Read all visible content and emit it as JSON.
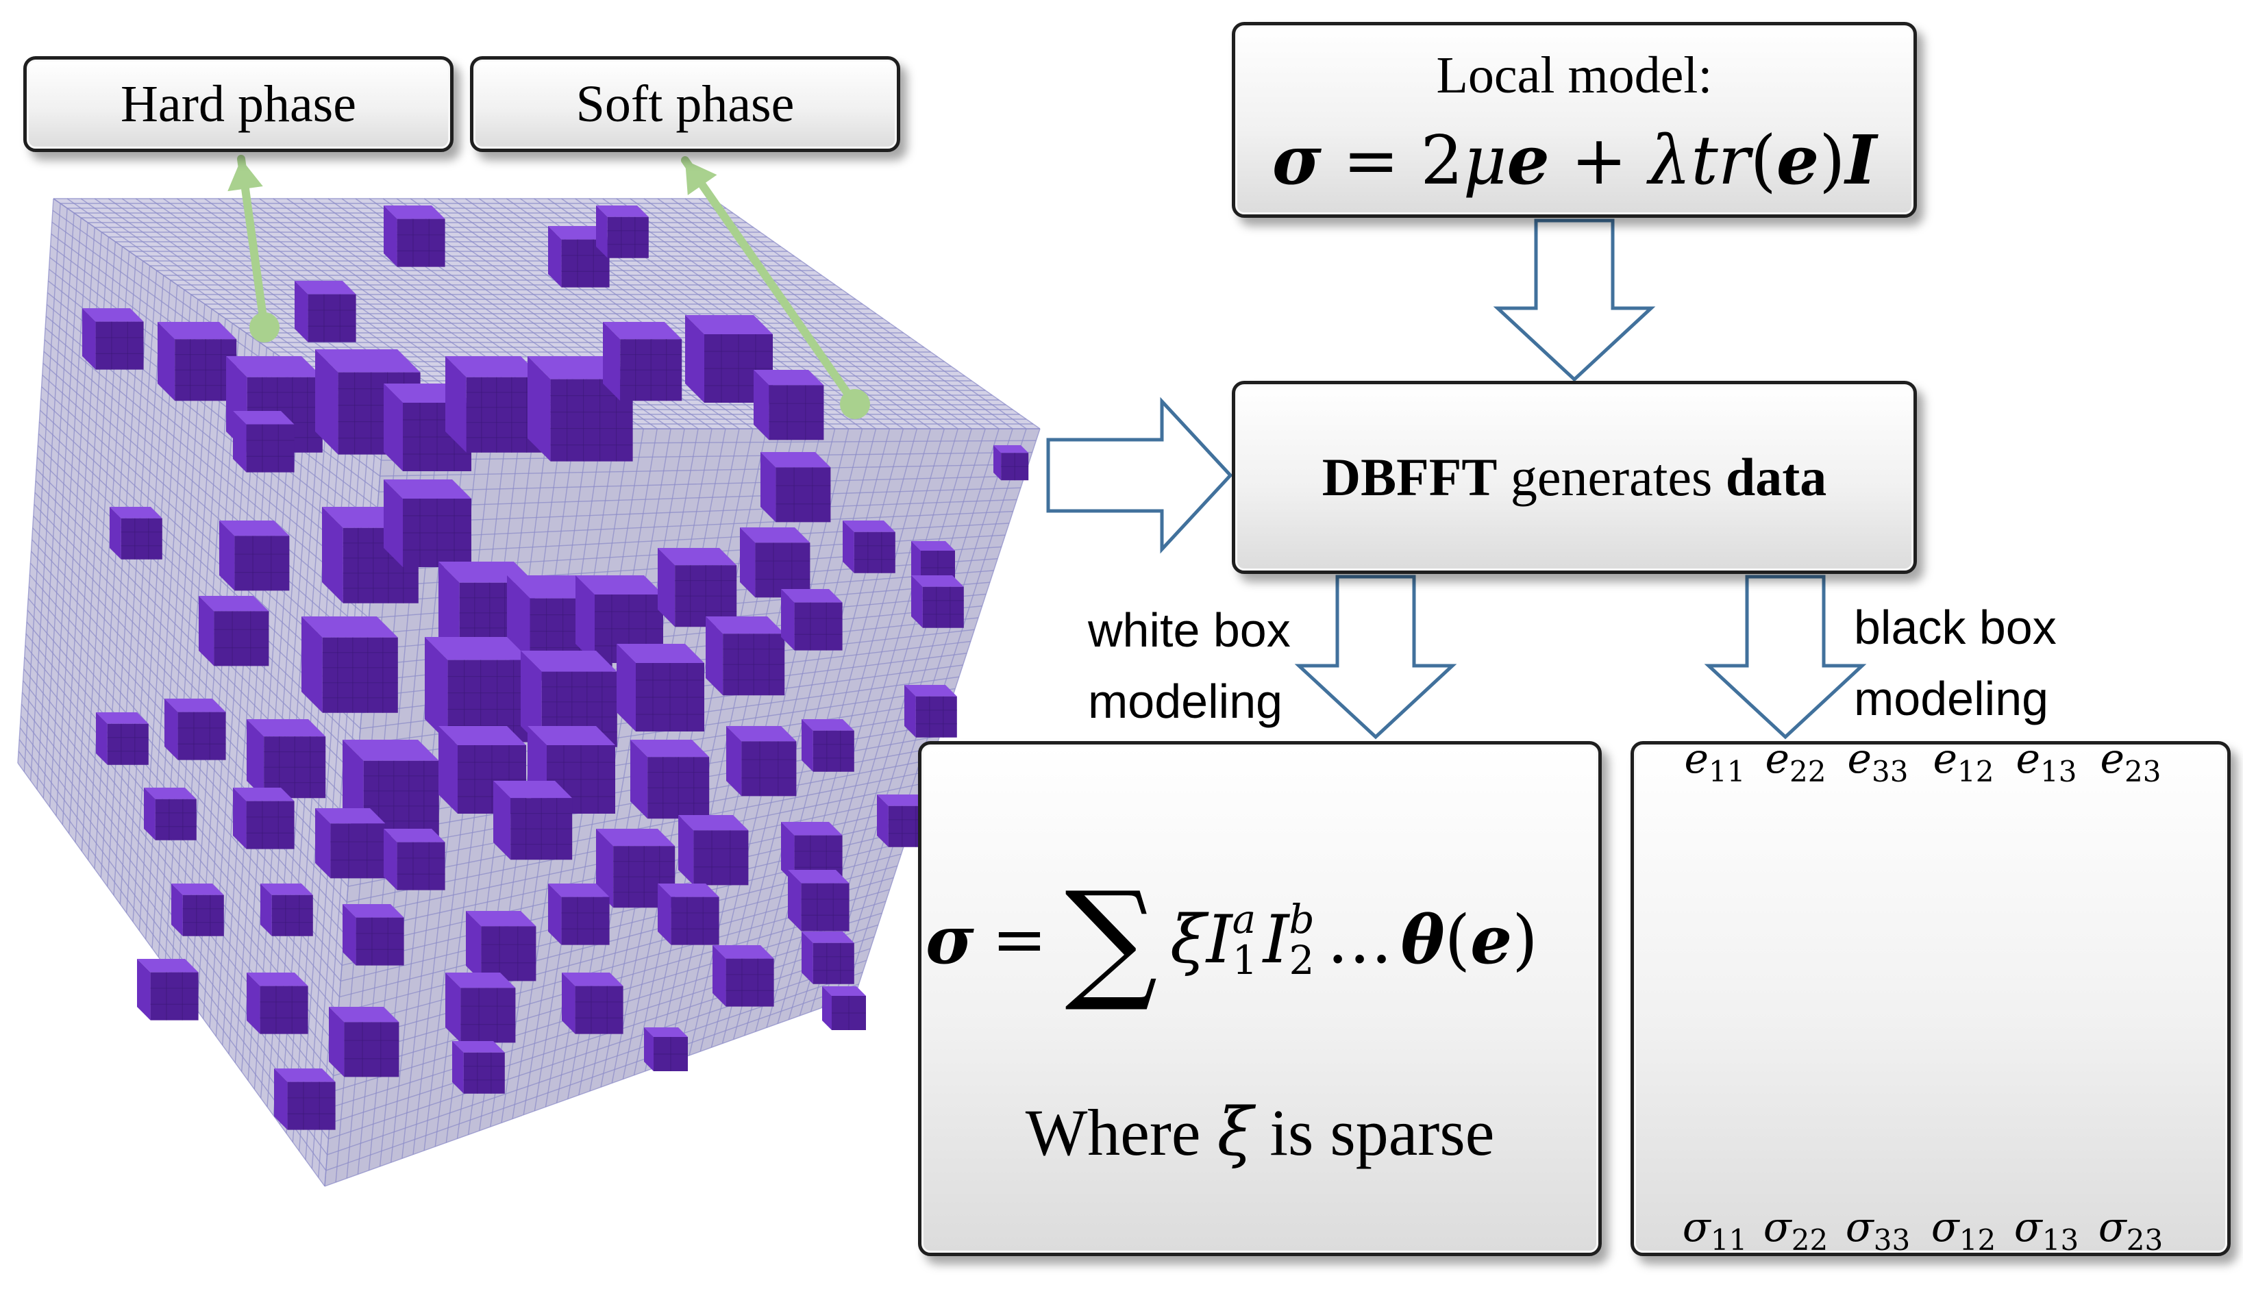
{
  "labels": {
    "hard_phase": "Hard phase",
    "soft_phase": "Soft phase",
    "local_model_title": "Local model:",
    "local_model_eq": {
      "sigma": "σ",
      "eq": "=",
      "two": "2",
      "mu": "μ",
      "e1": "e",
      "plus": "+",
      "lambda": "λ",
      "tr": "tr",
      "lp": "(",
      "e2": "e",
      "rp": ")",
      "I": "I"
    },
    "dbfft_bold": "DBFFT",
    "dbfft_mid": "generates",
    "dbfft_data": "data",
    "white_box_line1": "white box",
    "white_box_line2": "modeling",
    "black_box_line1": "black box",
    "black_box_line2": "modeling",
    "white_eq": {
      "sigma": "σ",
      "eq": "=",
      "sum": "∑",
      "xi": "ξ",
      "I1": "I",
      "sub1": "1",
      "supa": "a",
      "I2": "I",
      "sub2": "2",
      "supb": "b",
      "dots": "…",
      "theta": "θ",
      "lp": "(",
      "e": "e",
      "rp": ")"
    },
    "where_text": "Where",
    "where_xi": "ξ",
    "where_rest": "is sparse"
  },
  "network": {
    "inputs": [
      {
        "sym": "e",
        "sub": "11"
      },
      {
        "sym": "e",
        "sub": "22"
      },
      {
        "sym": "e",
        "sub": "33"
      },
      {
        "sym": "e",
        "sub": "12"
      },
      {
        "sym": "e",
        "sub": "13"
      },
      {
        "sym": "e",
        "sub": "23"
      }
    ],
    "outputs": [
      {
        "sym": "σ",
        "sub": "11"
      },
      {
        "sym": "σ",
        "sub": "22"
      },
      {
        "sym": "σ",
        "sub": "33"
      },
      {
        "sym": "σ",
        "sub": "12"
      },
      {
        "sym": "σ",
        "sub": "13"
      },
      {
        "sym": "σ",
        "sub": "23"
      }
    ],
    "hidden_dots": "……",
    "vertical_dots": "⋮"
  },
  "colors": {
    "node_fill": "#5b9bd5",
    "node_stroke": "#41719c",
    "arrow_stroke": "#41719c",
    "pointer_green": "#a9d18e",
    "cube_grey": "#c6c4dc",
    "grid_line": "#8c8cc8",
    "inclusion_top": "#8a4fe0",
    "inclusion_left": "#6a2fbf",
    "inclusion_right": "#4f1f96"
  }
}
